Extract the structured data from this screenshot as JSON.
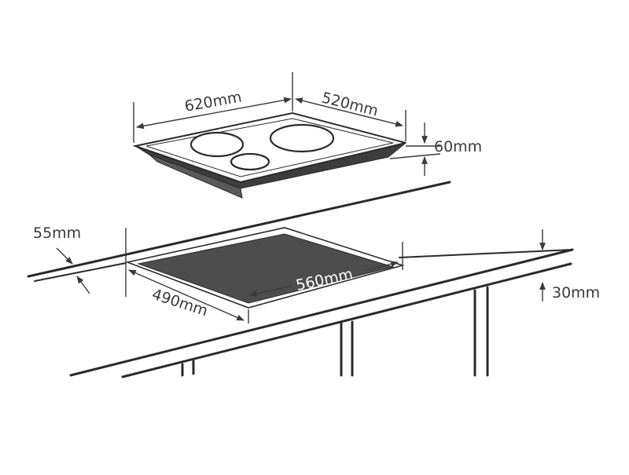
{
  "dimensions": {
    "width": "620mm",
    "depth": "520mm",
    "height": "60mm",
    "worktop_thickness": "30mm",
    "front_clearance": "55mm",
    "cutout_width": "560mm",
    "cutout_depth": "490mm"
  },
  "colors": {
    "line": "#2a2a2a",
    "cooktop_edge": "#3a3a3a",
    "cutout_fill": "#4d4d4d"
  }
}
